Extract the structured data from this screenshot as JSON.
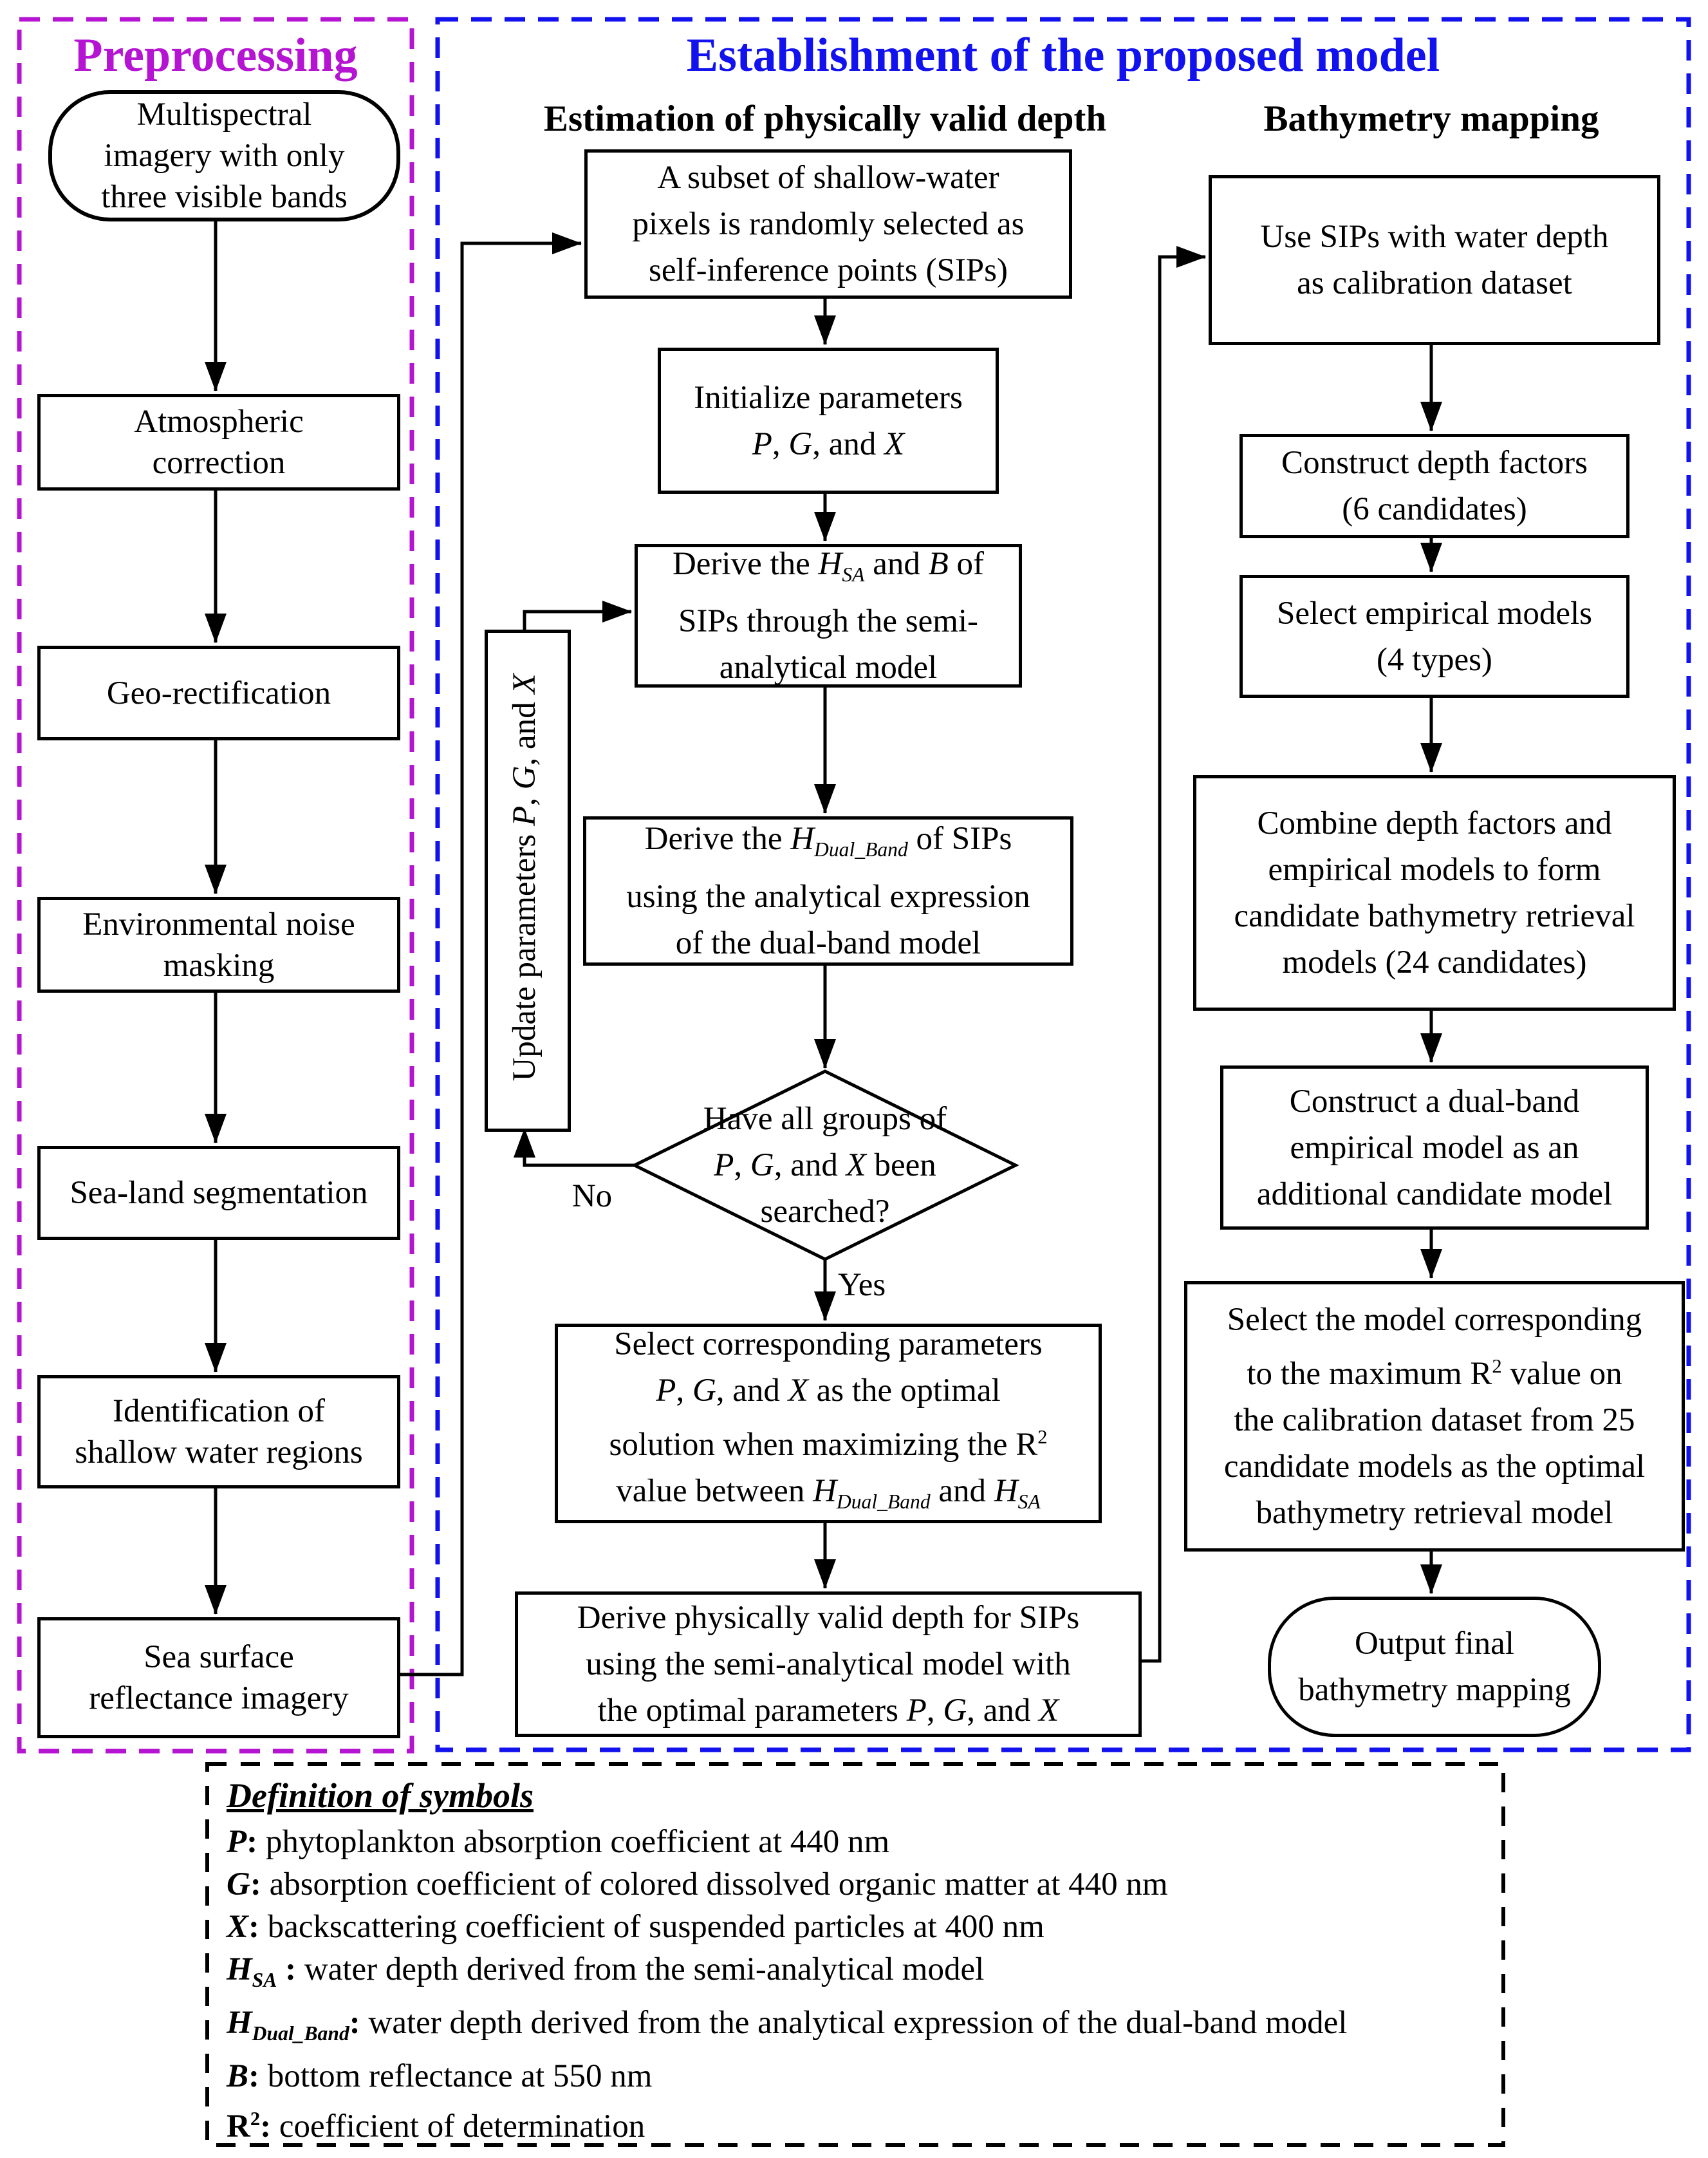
{
  "colors": {
    "magenta_accent": "#b514d2",
    "blue_accent": "#1212ee",
    "line_black": "#000000"
  },
  "preprocessing": {
    "title": "Preprocessing",
    "steps": [
      {
        "text": "Multispectral\nimagery with only\nthree visible bands"
      },
      {
        "text": "Atmospheric\ncorrection"
      },
      {
        "text": "Geo-rectification"
      },
      {
        "text": "Environmental noise\nmasking"
      },
      {
        "text": "Sea-land segmentation"
      },
      {
        "text": "Identification of\nshallow water regions"
      },
      {
        "text": "Sea surface\nreflectance imagery"
      }
    ]
  },
  "model": {
    "title": "Establishment of the proposed model",
    "left_subtitle": "Estimation of physically valid depth",
    "right_subtitle": "Bathymetry mapping"
  },
  "estimation": {
    "sip_box": "A subset of shallow-water\npixels is randomly selected as\nself-inference points (SIPs)",
    "initialize_box": [
      [
        [
          "",
          "Initialize parameters"
        ]
      ],
      [
        [
          "i",
          "P"
        ],
        [
          "",
          ", "
        ],
        [
          "i",
          "G"
        ],
        [
          "",
          ", and "
        ],
        [
          "i",
          "X"
        ]
      ]
    ],
    "derive_hsa_box": [
      [
        [
          "",
          "Derive the "
        ],
        [
          "i",
          "H"
        ],
        [
          "isub",
          "SA"
        ],
        [
          "",
          " and "
        ],
        [
          "i",
          "B"
        ],
        [
          "",
          " of"
        ]
      ],
      [
        [
          "",
          "SIPs through the semi-"
        ]
      ],
      [
        [
          "",
          "analytical model"
        ]
      ]
    ],
    "update_box": [
      [
        [
          "",
          "Update parameters "
        ],
        [
          "i",
          "P"
        ],
        [
          "",
          ", "
        ],
        [
          "i",
          "G"
        ],
        [
          "",
          ", and "
        ],
        [
          "i",
          "X"
        ]
      ]
    ],
    "derive_hdb_box": [
      [
        [
          "",
          "Derive the "
        ],
        [
          "i",
          "H"
        ],
        [
          "isub",
          "Dual_Band"
        ],
        [
          "",
          " of SIPs"
        ]
      ],
      [
        [
          "",
          "using the analytical expression"
        ]
      ],
      [
        [
          "",
          "of the dual-band model"
        ]
      ]
    ],
    "decision": [
      [
        [
          "",
          "Have all groups of"
        ]
      ],
      [
        [
          "i",
          "P"
        ],
        [
          "",
          ", "
        ],
        [
          "i",
          "G"
        ],
        [
          "",
          ", and "
        ],
        [
          "i",
          "X"
        ],
        [
          "",
          " been"
        ]
      ],
      [
        [
          "",
          "searched?"
        ]
      ]
    ],
    "no_label": "No",
    "yes_label": "Yes",
    "select_params_box": [
      [
        [
          "",
          "Select corresponding parameters"
        ]
      ],
      [
        [
          "i",
          "P"
        ],
        [
          "",
          ", "
        ],
        [
          "i",
          "G"
        ],
        [
          "",
          ", and "
        ],
        [
          "i",
          "X"
        ],
        [
          "",
          " as the optimal"
        ]
      ],
      [
        [
          "",
          "solution when maximizing the R"
        ],
        [
          "sup",
          "2"
        ]
      ],
      [
        [
          "",
          "value between "
        ],
        [
          "i",
          "H"
        ],
        [
          "isub",
          "Dual_Band"
        ],
        [
          "",
          " and "
        ],
        [
          "i",
          "H"
        ],
        [
          "isub",
          "SA"
        ]
      ]
    ],
    "derive_depth_box": [
      [
        [
          "",
          "Derive physically valid depth for SIPs"
        ]
      ],
      [
        [
          "",
          "using the semi-analytical model with"
        ]
      ],
      [
        [
          "",
          "the optimal parameters "
        ],
        [
          "i",
          "P"
        ],
        [
          "",
          ", "
        ],
        [
          "i",
          "G"
        ],
        [
          "",
          ", and "
        ],
        [
          "i",
          "X"
        ]
      ]
    ]
  },
  "bathymetry": {
    "steps": [
      {
        "text": "Use SIPs with water depth\nas calibration dataset"
      },
      {
        "text": "Construct depth factors\n(6 candidates)"
      },
      {
        "text": "Select empirical models\n(4 types)"
      },
      {
        "text": "Combine depth factors and\nempirical models to form\ncandidate bathymetry retrieval\nmodels (24 candidates)"
      },
      {
        "text": "Construct a dual-band\nempirical model as an\nadditional candidate model"
      },
      {
        "rich": [
          [
            [
              "",
              "Select the model corresponding"
            ]
          ],
          [
            [
              "",
              "to the maximum R"
            ],
            [
              "sup",
              "2"
            ],
            [
              "",
              " value on"
            ]
          ],
          [
            [
              "",
              "the calibration dataset from 25"
            ]
          ],
          [
            [
              "",
              "candidate models as the optimal"
            ]
          ],
          [
            [
              "",
              "bathymetry retrieval model"
            ]
          ]
        ]
      },
      {
        "text": "Output final\nbathymetry mapping"
      }
    ]
  },
  "definitions": {
    "title": "Definition of symbols",
    "items": [
      [
        [
          [
            "bi",
            "P"
          ],
          [
            "b",
            ": "
          ],
          [
            "",
            "phytoplankton absorption coefficient at 440 nm"
          ]
        ]
      ],
      [
        [
          [
            "bi",
            "G"
          ],
          [
            "b",
            ": "
          ],
          [
            "",
            "absorption coefficient of colored dissolved organic matter at 440 nm"
          ]
        ]
      ],
      [
        [
          [
            "bi",
            "X"
          ],
          [
            "b",
            ": "
          ],
          [
            "",
            "backscattering coefficient of suspended particles at 400 nm"
          ]
        ]
      ],
      [
        [
          [
            "bi",
            "H"
          ],
          [
            "bisub",
            "SA"
          ],
          [
            "b",
            " : "
          ],
          [
            "",
            "water depth derived from the semi-analytical model"
          ]
        ]
      ],
      [
        [
          [
            "bi",
            "H"
          ],
          [
            "bisub",
            "Dual_Band"
          ],
          [
            "b",
            ": "
          ],
          [
            "",
            "water depth derived from the analytical expression of the dual-band model"
          ]
        ]
      ],
      [
        [
          [
            "bi",
            "B"
          ],
          [
            "b",
            ": "
          ],
          [
            "",
            "bottom reflectance at 550 nm"
          ]
        ]
      ],
      [
        [
          [
            "b",
            "R"
          ],
          [
            "bsup",
            "2"
          ],
          [
            "b",
            ": "
          ],
          [
            "",
            "coefficient of determination"
          ]
        ]
      ]
    ]
  }
}
